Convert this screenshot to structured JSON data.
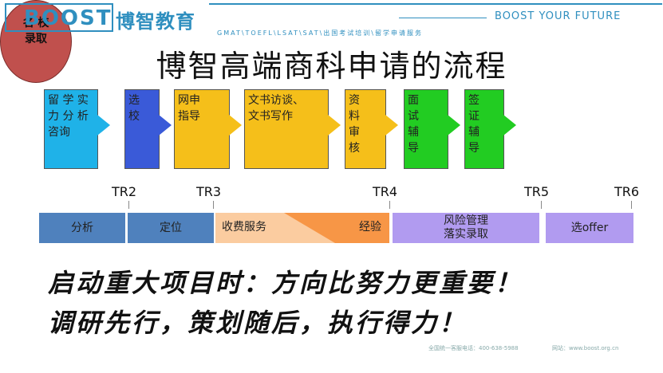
{
  "header": {
    "logo_en": "BOOST",
    "logo_cn": "博智教育",
    "slogan": "BOOST YOUR FUTURE",
    "subnav": "GMAT\\TOEFL\\LSAT\\SAT\\出国考试培训\\留学申请服务"
  },
  "title": "博智高端商科申请的流程",
  "steps": [
    {
      "label": "留 学 实\n力 分 析\n咨询",
      "color": "#1fb2e8"
    },
    {
      "label": "选\n校",
      "color": "#3a5ad8"
    },
    {
      "label": "网申\n指导",
      "color": "#f5bf1a"
    },
    {
      "label": "文书访谈、\n文书写作",
      "color": "#f5bf1a"
    },
    {
      "label": "资\n料\n审\n核",
      "color": "#f5bf1a"
    },
    {
      "label": "面\n试\n辅\n导",
      "color": "#22cc22"
    },
    {
      "label": "签\n证\n辅\n导",
      "color": "#22cc22"
    }
  ],
  "final_step": {
    "label": "名 校\n录取",
    "color": "#c0504d"
  },
  "timeline": {
    "markers": [
      "TR2",
      "TR3",
      "TR4",
      "TR5",
      "TR6"
    ],
    "phases": [
      {
        "label": "分析",
        "color": "#4f81bd"
      },
      {
        "label": "定位",
        "color": "#4f81bd"
      },
      {
        "label_left": "收费服务",
        "label_right": "经验",
        "color": "#fbcca0",
        "accent": "#f79646"
      },
      {
        "label": "风险管理\n落实录取",
        "color": "#b19bf0"
      },
      {
        "label": "选offer",
        "color": "#b19bf0"
      }
    ]
  },
  "slogans": [
    "启动重大项目时：方向比努力更重要！",
    "调研先行，策划随后，执行得力！"
  ],
  "footer": {
    "hotline": "全国统一客服电话：400-638-5988",
    "website": "网站：www.boost.org.cn"
  }
}
